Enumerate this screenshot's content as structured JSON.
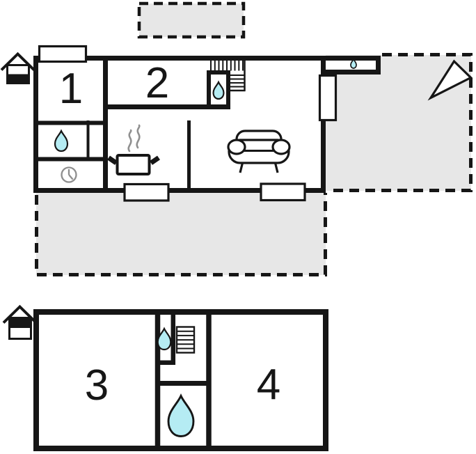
{
  "diagram": {
    "ground_floor": {
      "rooms": [
        {
          "label": "1"
        },
        {
          "label": "2"
        }
      ]
    },
    "upper_floor": {
      "rooms": [
        {
          "label": "3"
        },
        {
          "label": "4"
        }
      ]
    }
  },
  "colors": {
    "wall": "#161616",
    "terrace_fill": "#e7e7e7",
    "water": "#b5ecf3",
    "gray_icon": "#8e8e8e",
    "background": "#ffffff"
  },
  "icons": {
    "water_drop": "teardrop",
    "stairs": "hatched-steps",
    "clock": "clock-face",
    "stove": "pot-with-steam",
    "sofa": "sofa-front-view",
    "north_arrow": "triangle-arrow",
    "house_ground_floor": "house-lower-band-filled",
    "house_upper_floor": "house-upper-band-filled"
  }
}
